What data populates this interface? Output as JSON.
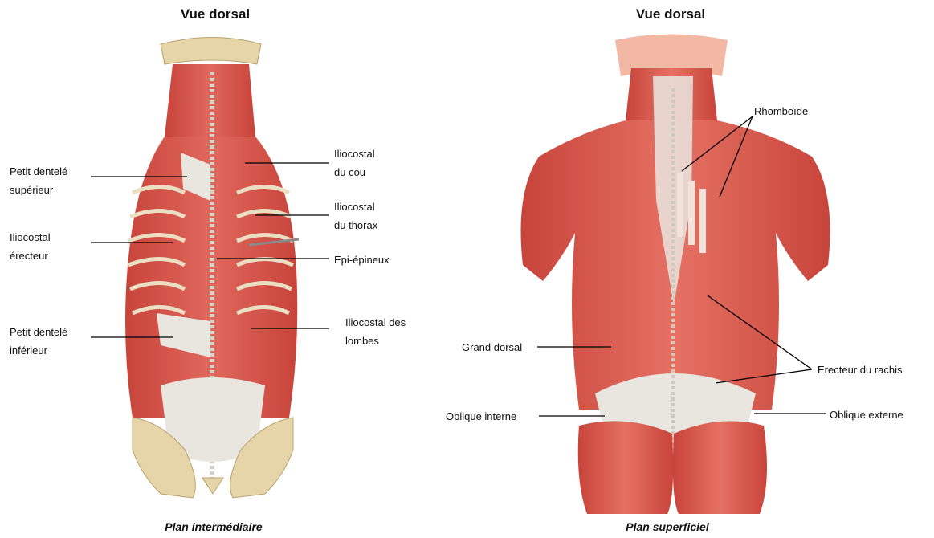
{
  "left": {
    "title": "Vue dorsal",
    "caption": "Plan intermédiaire",
    "labels": {
      "petit_dentele_superieur": [
        "Petit dentelé",
        "supérieur"
      ],
      "iliocostal_erecteur": [
        "Iliocostal",
        "érecteur"
      ],
      "petit_dentele_inferieur": [
        "Petit dentelé",
        "inférieur"
      ],
      "iliocostal_du_cou": [
        "Iliocostal",
        "du cou"
      ],
      "iliocostal_du_thorax": [
        "Iliocostal",
        "du thorax"
      ],
      "epi_epineux": [
        "Epi-épineux"
      ],
      "iliocostal_des_lombes": [
        "Iliocostal des",
        "lombes"
      ]
    }
  },
  "right": {
    "title": "Vue dorsal",
    "caption": "Plan superficiel",
    "labels": {
      "rhomboide": [
        "Rhomboïde"
      ],
      "grand_dorsal": [
        "Grand dorsal"
      ],
      "erecteur_du_rachis": [
        "Erecteur du rachis"
      ],
      "oblique_interne": [
        "Oblique interne"
      ],
      "oblique_externe": [
        "Oblique externe"
      ]
    }
  },
  "colors": {
    "muscle": "#d9534a",
    "muscle_dark": "#b5362f",
    "tendon": "#e9e6e0",
    "bone": "#e6d5a8",
    "line": "#000000"
  }
}
